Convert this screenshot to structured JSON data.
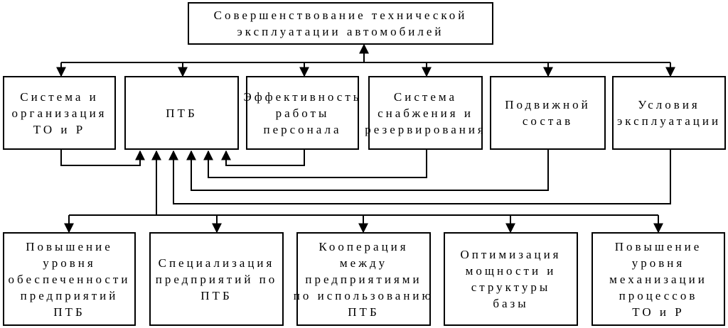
{
  "top": {
    "lines": [
      "Совершенствование технической",
      "эксплуатации автомобилей"
    ]
  },
  "middle": [
    {
      "lines": [
        "Система и",
        "организация",
        "ТО и Р"
      ]
    },
    {
      "lines": [
        "ПТБ"
      ]
    },
    {
      "lines": [
        "Эффективность",
        "работы",
        "персонала"
      ]
    },
    {
      "lines": [
        "Система",
        "снабжения и",
        "резервирования"
      ]
    },
    {
      "lines": [
        "Подвижной",
        "состав"
      ]
    },
    {
      "lines": [
        "Условия",
        "эксплуатации"
      ]
    }
  ],
  "bottom": [
    {
      "lines": [
        "Повышение",
        "уровня",
        "обеспеченности",
        "предприятий",
        "ПТБ"
      ]
    },
    {
      "lines": [
        "Специализация",
        "предприятий по",
        "ПТБ"
      ]
    },
    {
      "lines": [
        "Кооперация",
        "между",
        "предприятиями",
        "по использованию",
        "ПТБ"
      ]
    },
    {
      "lines": [
        "Оптимизация",
        "мощности и",
        "структуры",
        "базы"
      ]
    },
    {
      "lines": [
        "Повышение",
        "уровня",
        "механизации",
        "процессов",
        "ТО и Р"
      ]
    }
  ]
}
